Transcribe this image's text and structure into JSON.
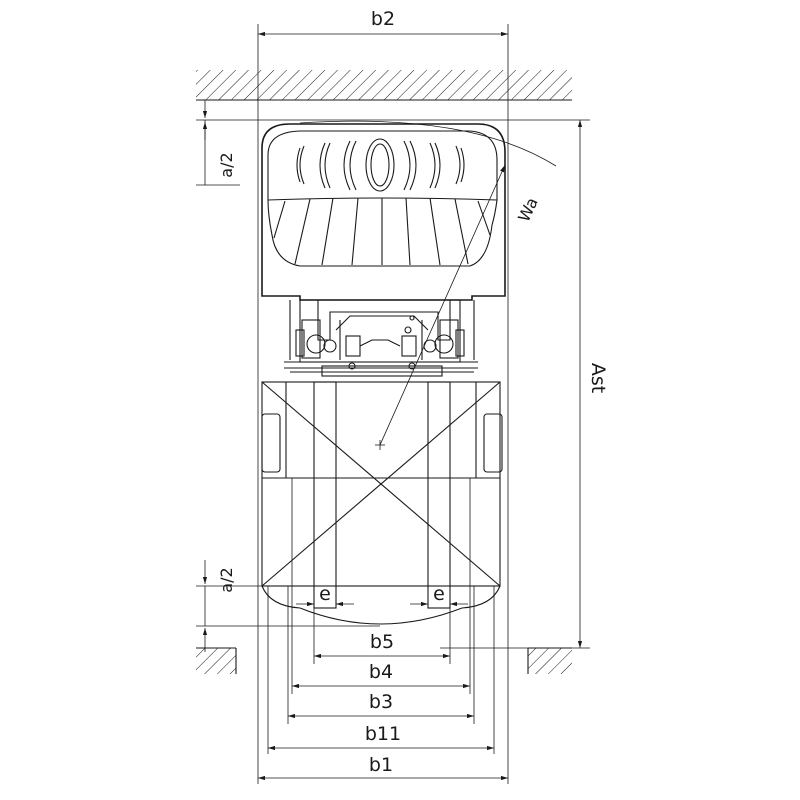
{
  "drawing": {
    "labels": {
      "b2": "b2",
      "a_half_top": "a/2",
      "a_half_bottom": "a/2",
      "wa": "Wa",
      "ast": "Ast",
      "e_left": "e",
      "e_right": "e",
      "b5": "b5",
      "b4": "b4",
      "b3": "b3",
      "b11": "b11",
      "b1": "b1"
    }
  }
}
